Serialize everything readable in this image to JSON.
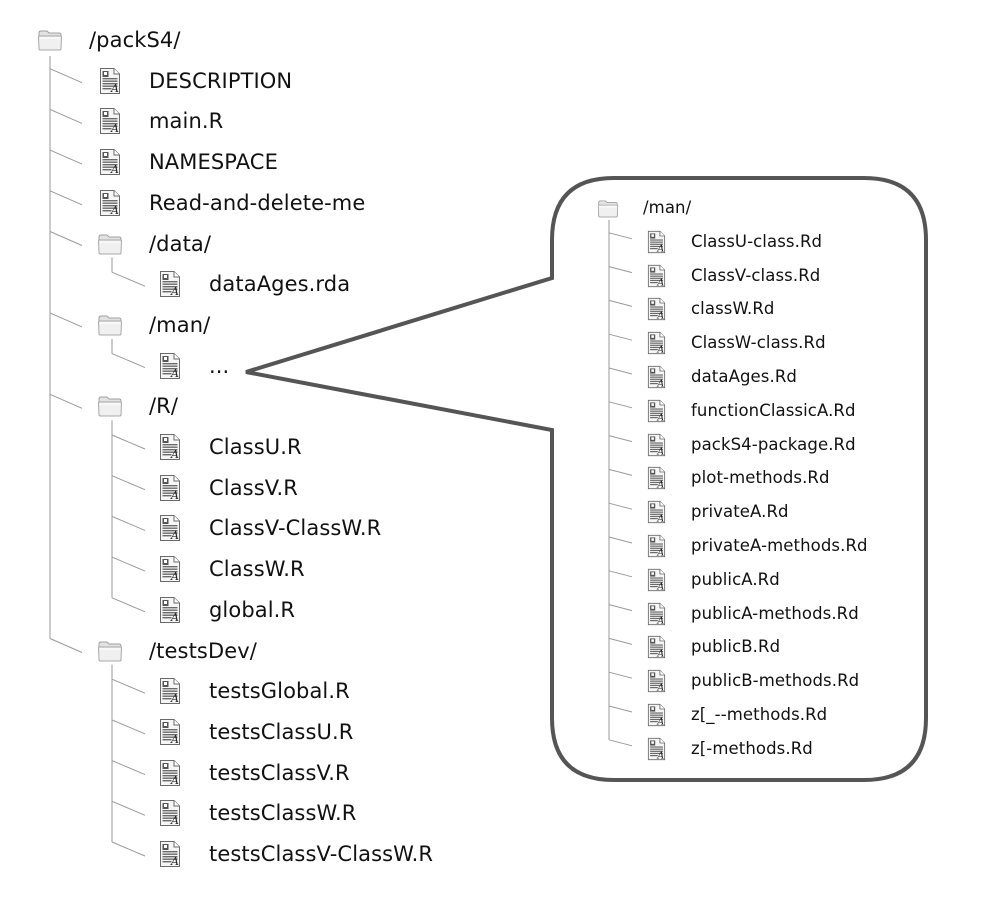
{
  "tree": {
    "root": {
      "label": "/packS4/",
      "icon": "folder-icon"
    },
    "children": [
      {
        "label": "DESCRIPTION",
        "icon": "file-icon"
      },
      {
        "label": "main.R",
        "icon": "file-icon"
      },
      {
        "label": "NAMESPACE",
        "icon": "file-icon"
      },
      {
        "label": "Read-and-delete-me",
        "icon": "file-icon"
      },
      {
        "label": "/data/",
        "icon": "folder-icon",
        "children": [
          {
            "label": "dataAges.rda",
            "icon": "file-icon"
          }
        ]
      },
      {
        "label": "/man/",
        "icon": "folder-icon",
        "children": [
          {
            "label": "...",
            "icon": "file-icon"
          }
        ]
      },
      {
        "label": "/R/",
        "icon": "folder-icon",
        "children": [
          {
            "label": "ClassU.R",
            "icon": "file-icon"
          },
          {
            "label": "ClassV.R",
            "icon": "file-icon"
          },
          {
            "label": "ClassV-ClassW.R",
            "icon": "file-icon"
          },
          {
            "label": "ClassW.R",
            "icon": "file-icon"
          },
          {
            "label": "global.R",
            "icon": "file-icon"
          }
        ]
      },
      {
        "label": "/testsDev/",
        "icon": "folder-icon",
        "children": [
          {
            "label": "testsGlobal.R",
            "icon": "file-icon"
          },
          {
            "label": "testsClassU.R",
            "icon": "file-icon"
          },
          {
            "label": "testsClassV.R",
            "icon": "file-icon"
          },
          {
            "label": "testsClassW.R",
            "icon": "file-icon"
          },
          {
            "label": "testsClassV-ClassW.R",
            "icon": "file-icon"
          }
        ]
      }
    ]
  },
  "callout": {
    "folder": {
      "label": "/man/",
      "icon": "folder-icon"
    },
    "files": [
      "ClassU-class.Rd",
      "ClassV-class.Rd",
      "classW.Rd",
      "ClassW-class.Rd",
      "dataAges.Rd",
      "functionClassicA.Rd",
      "packS4-package.Rd",
      "plot-methods.Rd",
      "privateA.Rd",
      "privateA-methods.Rd",
      "publicA.Rd",
      "publicA-methods.Rd",
      "publicB.Rd",
      "publicB-methods.Rd",
      "z[_--methods.Rd",
      "z[-methods.Rd"
    ]
  },
  "colors": {
    "tree_line": "#9a9a9a",
    "callout_border": "#555555",
    "text": "#111111"
  }
}
